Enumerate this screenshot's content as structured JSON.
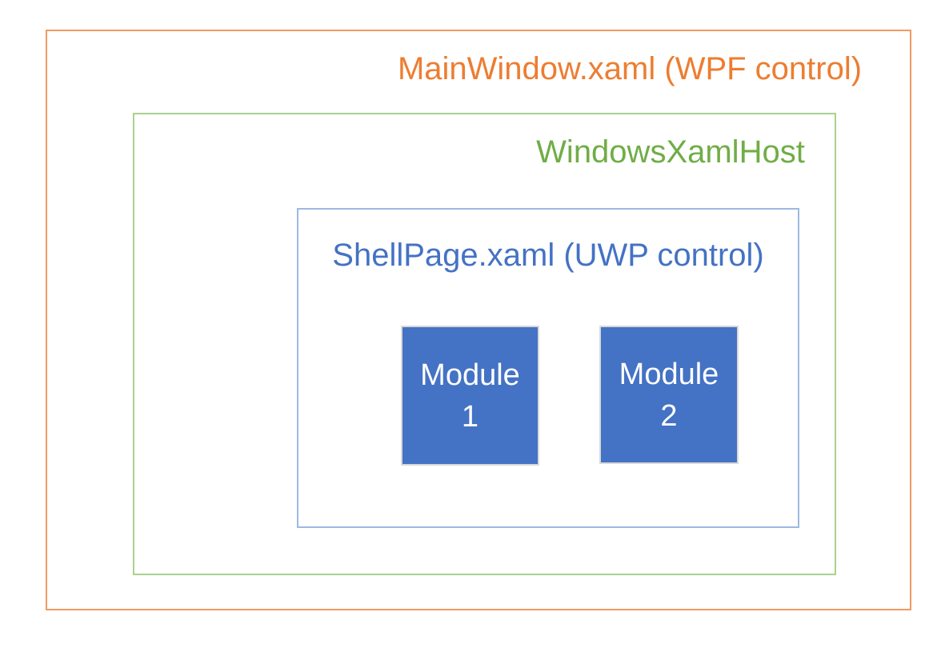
{
  "diagram": {
    "outer": {
      "label": "MainWindow.xaml (WPF control)"
    },
    "host": {
      "label": "WindowsXamlHost"
    },
    "shell": {
      "label": "ShellPage.xaml (UWP control)"
    },
    "modules": [
      {
        "line1": "Module",
        "line2": "1"
      },
      {
        "line1": "Module",
        "line2": "2"
      }
    ]
  },
  "colors": {
    "outer_text": "#ed7d31",
    "outer_border": "#f09b62",
    "host_text": "#70ad47",
    "host_border": "#a9d18e",
    "shell_text": "#4472c4",
    "shell_border": "#9fb8e2",
    "module_fill": "#4472c4",
    "module_border": "#d9d9d9",
    "module_text": "#ffffff"
  }
}
